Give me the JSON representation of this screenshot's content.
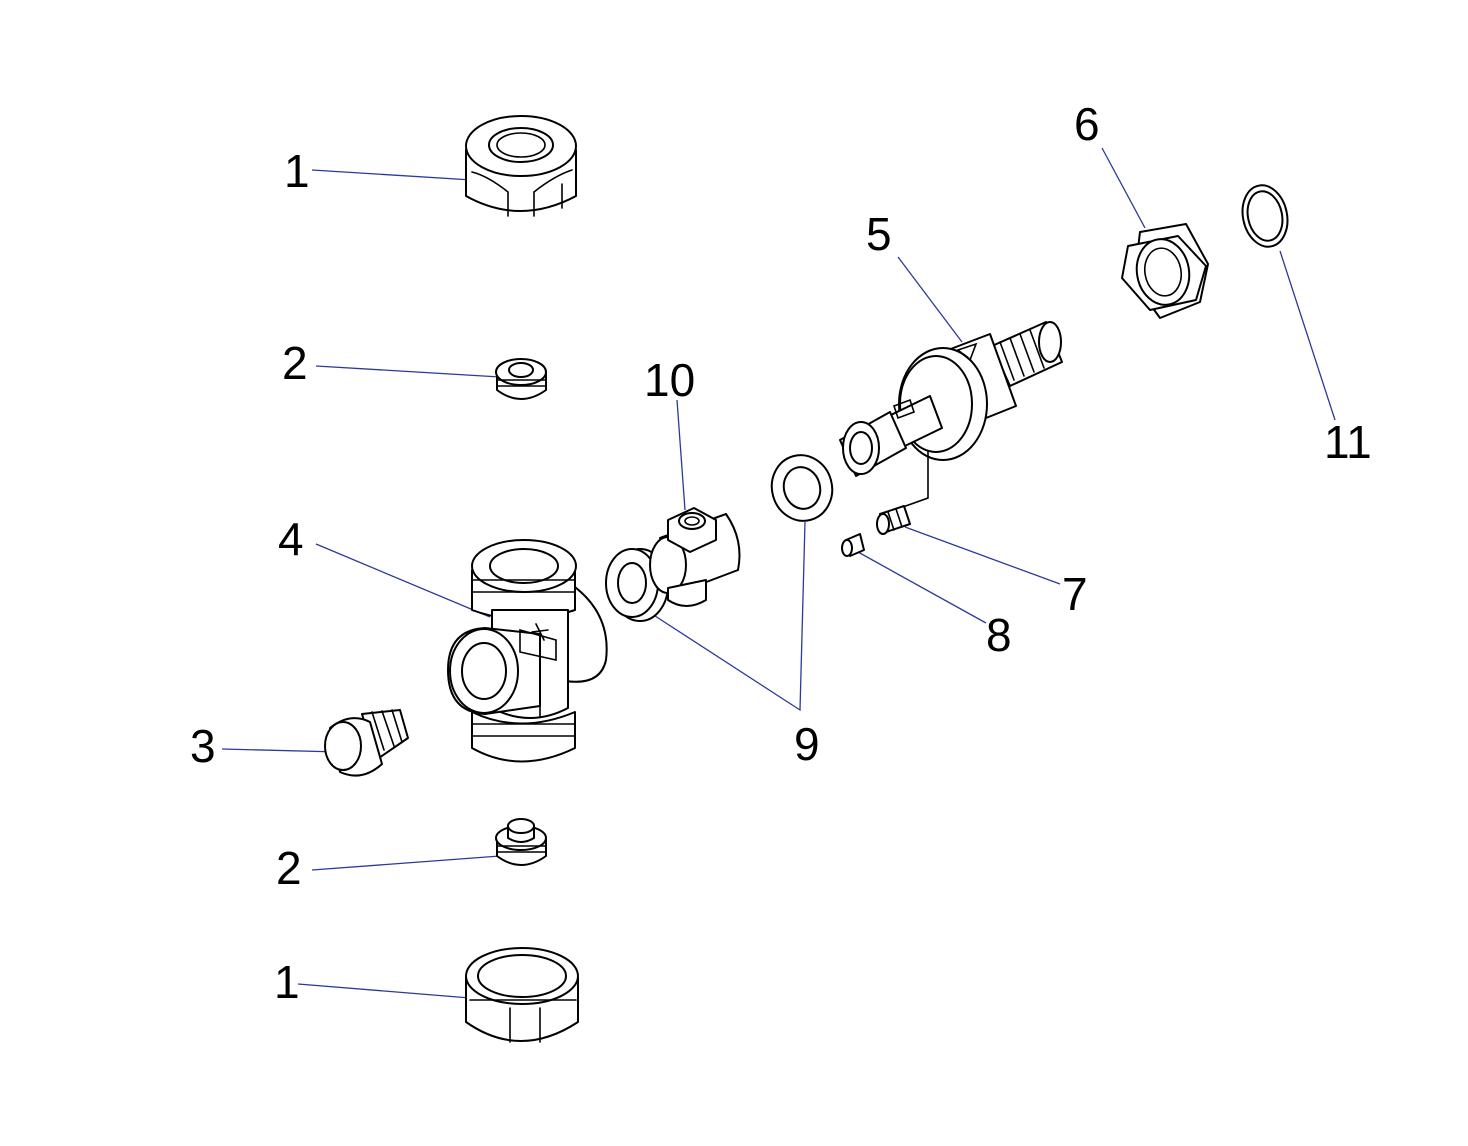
{
  "diagram": {
    "callouts": [
      {
        "id": "c1-top",
        "label": "1"
      },
      {
        "id": "c2-top",
        "label": "2"
      },
      {
        "id": "c3",
        "label": "3"
      },
      {
        "id": "c4",
        "label": "4"
      },
      {
        "id": "c5",
        "label": "5"
      },
      {
        "id": "c6",
        "label": "6"
      },
      {
        "id": "c7",
        "label": "7"
      },
      {
        "id": "c8",
        "label": "8"
      },
      {
        "id": "c9",
        "label": "9"
      },
      {
        "id": "c10",
        "label": "10"
      },
      {
        "id": "c11",
        "label": "11"
      },
      {
        "id": "c2-bottom",
        "label": "2"
      },
      {
        "id": "c1-bottom",
        "label": "1"
      }
    ],
    "colors": {
      "leader": "#2a3a9a",
      "outline": "#000000",
      "background": "#ffffff"
    }
  }
}
